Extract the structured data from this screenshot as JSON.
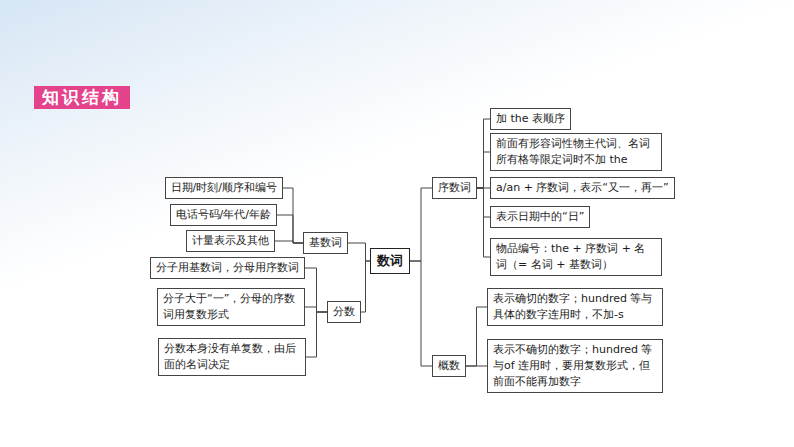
{
  "diagram": {
    "title": "知识结构",
    "nodes": [
      {
        "text": [
          "日期/时刻/顺序和编号"
        ]
      },
      {
        "text": [
          "电话号码/年代/年龄"
        ]
      },
      {
        "text": [
          "计量表示及其他"
        ]
      },
      {
        "text": [
          "基数词"
        ]
      },
      {
        "text": [
          "分子用基数词，分母用序数词"
        ]
      },
      {
        "text": [
          "分子大于“一”，分母的序数词用复数形式"
        ]
      },
      {
        "text": [
          "分数本身没有单复数，由后面的名词决定"
        ]
      },
      {
        "text": [
          "分数"
        ]
      },
      {
        "text": [
          "数词"
        ]
      },
      {
        "text": [
          "序数词"
        ]
      },
      {
        "text": [
          "加 the 表顺序"
        ]
      },
      {
        "text": [
          "前面有形容词性物主代词、名词所有格等限定词时不加 the"
        ]
      },
      {
        "text": [
          "a/an + 序数词，表示“又一，再一”"
        ]
      },
      {
        "text": [
          "表示日期中的“日”"
        ]
      },
      {
        "text": [
          "物品编号：the + 序数词 + 名词（= 名词 + 基数词）"
        ]
      },
      {
        "text": [
          "概数"
        ]
      },
      {
        "text": [
          "表示确切的数字；hundred 等与具体的数字连用时，不加-s"
        ]
      },
      {
        "text": [
          "表示不确切的数字；hundred 等与of 连用时，要用复数形式，但前面不能再加数字"
        ]
      }
    ],
    "edges": [
      {
        "from": 8,
        "to": 3,
        "arrow": "none"
      },
      {
        "from": 8,
        "to": 7,
        "arrow": "none"
      },
      {
        "from": 8,
        "to": 9,
        "arrow": "none"
      },
      {
        "from": 8,
        "to": 15,
        "arrow": "none"
      },
      {
        "from": 3,
        "to": 0,
        "arrow": "none"
      },
      {
        "from": 3,
        "to": 1,
        "arrow": "none"
      },
      {
        "from": 3,
        "to": 2,
        "arrow": "none"
      },
      {
        "from": 7,
        "to": 4,
        "arrow": "none"
      },
      {
        "from": 7,
        "to": 5,
        "arrow": "none"
      },
      {
        "from": 7,
        "to": 6,
        "arrow": "none"
      },
      {
        "from": 9,
        "to": 10,
        "arrow": "none"
      },
      {
        "from": 9,
        "to": 11,
        "arrow": "none"
      },
      {
        "from": 9,
        "to": 12,
        "arrow": "none"
      },
      {
        "from": 9,
        "to": 13,
        "arrow": "none"
      },
      {
        "from": 9,
        "to": 14,
        "arrow": "none"
      },
      {
        "from": 15,
        "to": 16,
        "arrow": "none"
      },
      {
        "from": 15,
        "to": 17,
        "arrow": "none"
      }
    ]
  }
}
